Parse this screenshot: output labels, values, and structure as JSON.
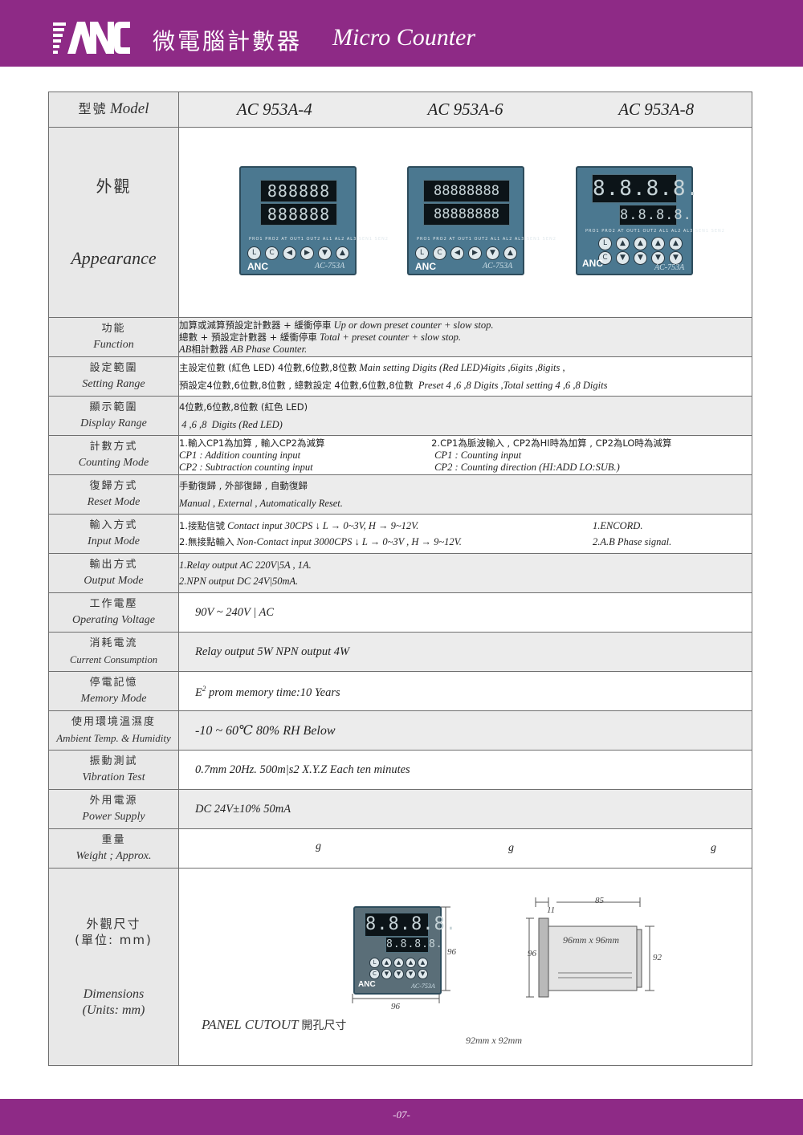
{
  "header": {
    "brand": "ANC",
    "title_zh": "微電腦計數器",
    "title_en": "Micro Counter"
  },
  "table": {
    "model_label_zh": "型號",
    "model_label_en": "Model",
    "models": [
      "AC 953A-4",
      "AC 953A-6",
      "AC 953A-8"
    ],
    "appearance": {
      "label_zh": "外觀",
      "label_en": "Appearance",
      "devices": [
        {
          "row1": "888888",
          "row2": "888888",
          "model": "AC-753A"
        },
        {
          "row1": "88888888",
          "row2": "88888888",
          "model": "AC-753A"
        },
        {
          "row1": "8.8.8.8.",
          "row2": "8.8.8.8.",
          "model": "AC-753A"
        }
      ],
      "indicators": "PRO1 PRO2 AT OUT1 OUT2 AL1 AL2 AL3 SEN1 SEN2",
      "device_brand": "ANC"
    },
    "function": {
      "label_zh": "功能",
      "label_en": "Function",
      "line1_zh": "加算或減算預設定計數器 + 緩衝停車",
      "line1_en": "Up or down preset counter + slow stop.",
      "line2_zh": "總數 + 預設定計數器 + 緩衝停車",
      "line2_en": "Total + preset counter + slow stop.",
      "line3_en_a": "AB",
      "line3_zh": "相計數器",
      "line3_en_b": "AB Phase Counter."
    },
    "setting_range": {
      "label_zh": "設定範圍",
      "label_en": "Setting Range",
      "line1_zh": "主設定位數 (紅色 LED) 4位數,6位數,8位數",
      "line1_en": "Main setting Digits (Red LED)4igits ,6igits ,8igits ,",
      "line2_zh": "預設定4位數,6位數,8位數 , 總數設定 4位數,6位數,8位數",
      "line2_en": "Preset 4 ,6 ,8  Digits ,Total setting 4 ,6 ,8  Digits"
    },
    "display_range": {
      "label_zh": "顯示範圍",
      "label_en": "Display Range",
      "line1_zh": "4位數,6位數,8位數 (紅色 LED)",
      "line2_en": " 4 ,6 ,8  Digits (Red LED)"
    },
    "counting_mode": {
      "label_zh": "計數方式",
      "label_en": "Counting Mode",
      "left_1": "1.輸入CP1為加算 , 輸入CP2為減算",
      "left_2": "CP1 : Addition counting input",
      "left_3": "CP2 : Subtraction counting input",
      "right_1": "2.CP1為脈波輸入 , CP2為HI時為加算 , CP2為LO時為減算",
      "right_2": "CP1 : Counting input",
      "right_3": "CP2 : Counting direction (HI:ADD LO:SUB.)"
    },
    "reset_mode": {
      "label_zh": "復歸方式",
      "label_en": "Reset Mode",
      "line1_zh": "手動復歸 , 外部復歸 , 自動復歸",
      "line2_en": "Manual , External , Automatically Reset."
    },
    "input_mode": {
      "label_zh": "輸入方式",
      "label_en": "Input Mode",
      "line1_zh": "1.接點信號",
      "line1_en": "Contact input 30CPS  ↓  L → 0~3V, H → 9~12V.",
      "line2_zh": "2.無接點輸入",
      "line2_en": "Non-Contact input   3000CPS  ↓  L → 0~3V , H → 9~12V.",
      "right_1": "1.ENCORD.",
      "right_2": "2.A.B Phase signal."
    },
    "output_mode": {
      "label_zh": "輸出方式",
      "label_en": "Output Mode",
      "line1": "1.Relay output AC 220V|5A , 1A.",
      "line2": "2.NPN output DC 24V|50mA."
    },
    "operating_voltage": {
      "label_zh": "工作電壓",
      "label_en": "Operating Voltage",
      "value": "90V ~ 240V | AC"
    },
    "current_consumption": {
      "label_zh": "消耗電流",
      "label_en": "Current Consumption",
      "value": "Relay output 5W  NPN output 4W"
    },
    "memory_mode": {
      "label_zh": "停電記憶",
      "label_en": "Memory Mode",
      "value_a": "E",
      "value_sup": "2",
      "value_b": " prom memory time:10 Years"
    },
    "ambient": {
      "label_zh": "使用環境溫濕度",
      "label_en": "Ambient Temp. & Humidity",
      "value": "-10 ~ 60℃  80% RH Below"
    },
    "vibration": {
      "label_zh": "振動測試",
      "label_en": "Vibration Test",
      "value": "0.7mm 20Hz. 500m|s2   X.Y.Z Each ten minutes"
    },
    "power_supply": {
      "label_zh": "外用電源",
      "label_en": "Power Supply",
      "value": "DC 24V±10% 50mA"
    },
    "weight": {
      "label_zh": "重量",
      "label_en": "Weight ; Approx.",
      "values": [
        "g",
        "g",
        "g"
      ]
    },
    "dimensions": {
      "label_zh_1": "外觀尺寸",
      "label_zh_2": "(單位: mm)",
      "label_en_1": "Dimensions",
      "label_en_2": "(Units: mm)",
      "front_display_1": "8.8.8.8.",
      "front_display_2": "8.8.8.8.",
      "front_model": "AC-753A",
      "front_width": "96",
      "front_height": "96",
      "side_depth": "85",
      "side_flange": "11",
      "side_left_height": "96",
      "side_right_height": "92",
      "side_label": "96mm x 96mm",
      "cutout_label_en": "PANEL CUTOUT",
      "cutout_label_zh": "開孔尺寸",
      "cutout_size": "92mm x 92mm"
    }
  },
  "footer": {
    "page": "-07-"
  }
}
